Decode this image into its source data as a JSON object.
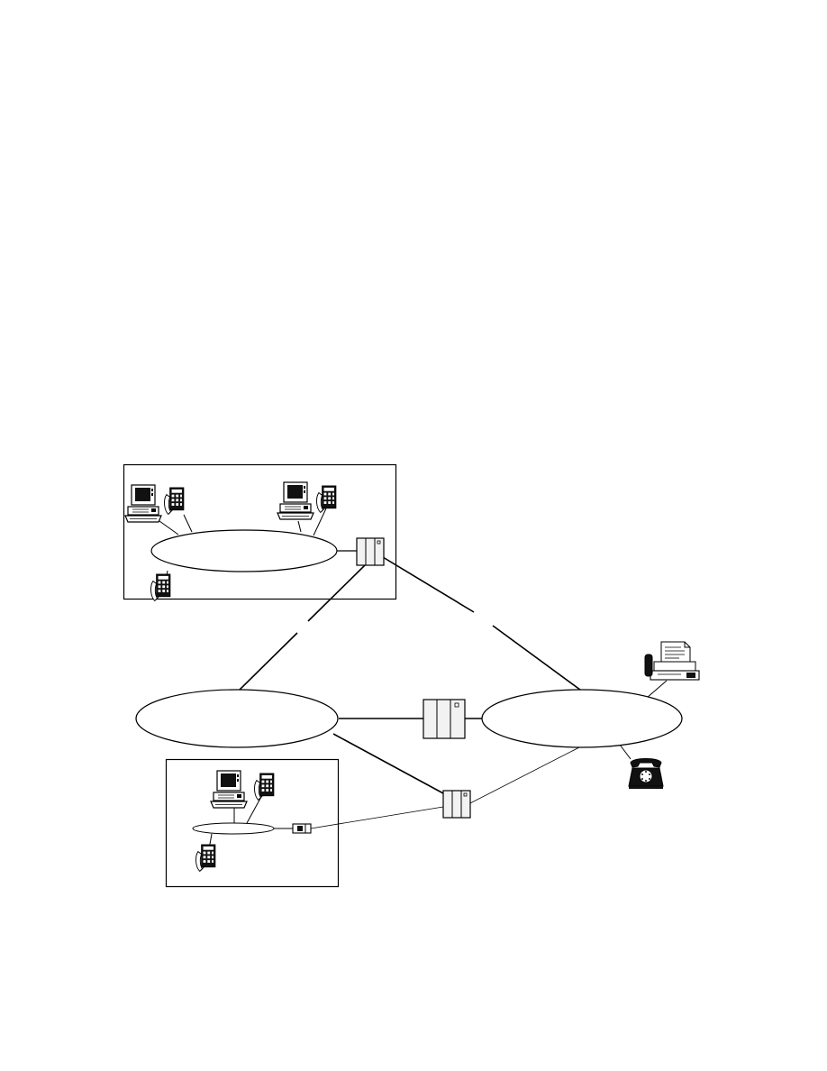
{
  "colors": {
    "background": "#ffffff",
    "stroke": "#000000",
    "fill_light": "#f2f2f2",
    "fill_dark": "#1a1a1a"
  },
  "diagram": {
    "regions": [
      {
        "name": "top-lan-frame",
        "contains": [
          "top-lan-ring",
          "workstation-icon",
          "workstation-icon",
          "phone-icon",
          "phone-icon",
          "phone-icon",
          "switch-box-icon"
        ]
      },
      {
        "name": "bottom-lan-frame",
        "contains": [
          "bottom-lan-ring",
          "workstation-icon",
          "phone-icon",
          "phone-icon",
          "adapter-icon"
        ]
      }
    ],
    "networks": [
      "top-lan-ring",
      "left-network-cloud",
      "right-network-cloud",
      "bottom-lan-ring"
    ],
    "devices": [
      "workstation-icon",
      "workstation-icon",
      "workstation-icon",
      "phone-icon",
      "phone-icon",
      "phone-icon",
      "phone-icon",
      "phone-icon",
      "switch-box-icon",
      "switch-box-icon",
      "switch-box-icon",
      "fax-machine-icon",
      "telephone-icon",
      "adapter-icon"
    ]
  }
}
